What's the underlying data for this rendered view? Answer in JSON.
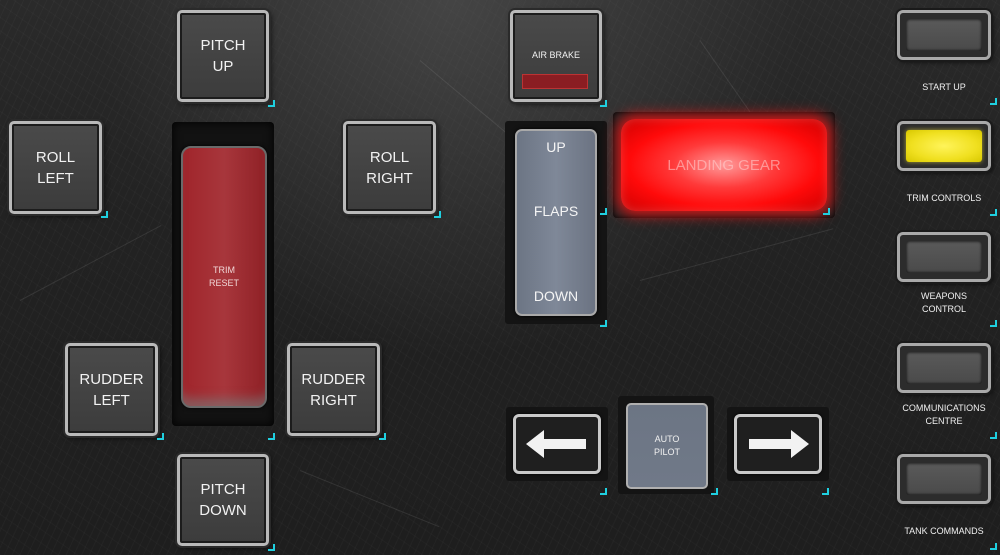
{
  "flight_controls": {
    "pitch_up": "PITCH\nUP",
    "pitch_down": "PITCH\nDOWN",
    "roll_left": "ROLL\nLEFT",
    "roll_right": "ROLL\nRIGHT",
    "rudder_left": "RUDDER\nLEFT",
    "rudder_right": "RUDDER\nRIGHT",
    "trim_reset": "TRIM\nRESET"
  },
  "systems": {
    "air_brake": "AIR BRAKE",
    "landing_gear": "LANDING GEAR",
    "flaps": {
      "up": "UP",
      "label": "FLAPS",
      "down": "DOWN"
    },
    "auto_pilot": "AUTO\nPILOT"
  },
  "side_panel": [
    {
      "label": "START UP",
      "lit": false
    },
    {
      "label": "TRIM CONTROLS",
      "lit": true
    },
    {
      "label": "WEAPONS\nCONTROL",
      "lit": false
    },
    {
      "label": "COMMUNICATIONS\nCENTRE",
      "lit": false
    },
    {
      "label": "TANK COMMANDS",
      "lit": false
    }
  ],
  "colors": {
    "corner_accent": "#1fd0e0",
    "trim_reset": "#a0252b",
    "landing_gear_light": "#ff1a1a",
    "trim_controls_light": "#f0e020",
    "flaps_lever": "#737c8c"
  },
  "icons": {
    "arrow_left": "arrow-left-icon",
    "arrow_right": "arrow-right-icon"
  }
}
